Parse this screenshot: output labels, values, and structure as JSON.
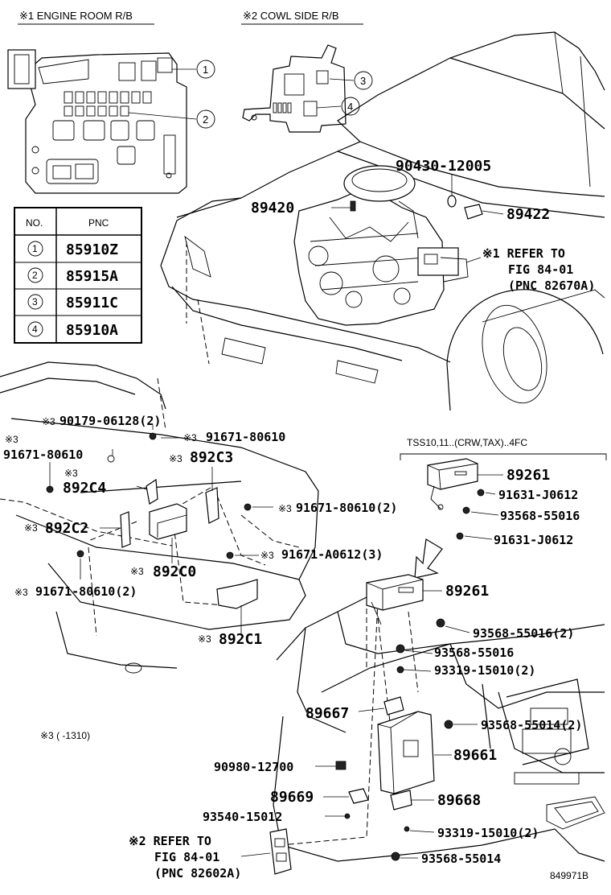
{
  "headers": {
    "engine_room": "※1  ENGINE ROOM R/B",
    "cowl_side": "※2  COWL SIDE R/B"
  },
  "table": {
    "col_no": "NO.",
    "col_pnc": "PNC",
    "rows": [
      {
        "no": "1",
        "pnc": "85910Z"
      },
      {
        "no": "2",
        "pnc": "85915A"
      },
      {
        "no": "3",
        "pnc": "85911C"
      },
      {
        "no": "4",
        "pnc": "85910A"
      }
    ]
  },
  "callouts": {
    "c1": "1",
    "c2": "2",
    "c3": "3",
    "c4": "4"
  },
  "engine_labels": {
    "p90430": "90430-12005",
    "p89420": "89420",
    "p89422": "89422",
    "refer1_l1": "※1 REFER TO",
    "refer1_l2": "FIG 84-01",
    "refer1_l3": "(PNC 82670A)"
  },
  "rear_labels": {
    "p90179": "90179-06128(2)",
    "p91671_top": "91671-80610",
    "p91671_left": "91671-80610",
    "p892C3": "892C3",
    "p892C4": "892C4",
    "p892C2": "892C2",
    "p91671_mid": "91671-80610(2)",
    "p91671_A": "91671-A0612(3)",
    "p892C0": "892C0",
    "p91671_bot": "91671-80610(2)",
    "p892C1": "892C1",
    "mark3": "※3",
    "mark3_small": "※3"
  },
  "tss": {
    "heading": "TSS10,11..(CRW,TAX)..4FC",
    "p89261": "89261",
    "p91631_a": "91631-J0612",
    "p93568": "93568-55016",
    "p91631_b": "91631-J0612"
  },
  "dash_labels": {
    "p89261": "89261",
    "p93568_2": "93568-55016(2)",
    "p93568": "93568-55016",
    "p93319_a": "93319-15010(2)",
    "p89667": "89667",
    "p93568_14_2": "93568-55014(2)",
    "p89661": "89661",
    "p90980": "90980-12700",
    "p89669": "89669",
    "p89668": "89668",
    "p93540": "93540-15012",
    "p93319_b": "93319-15010(2)",
    "p93568_14": "93568-55014",
    "refer2_l1": "※2 REFER TO",
    "refer2_l2": "FIG 84-01",
    "refer2_l3": "(PNC 82602A)"
  },
  "notes": {
    "note3": "※3  (      -1310)",
    "figure_id": "849971B"
  }
}
